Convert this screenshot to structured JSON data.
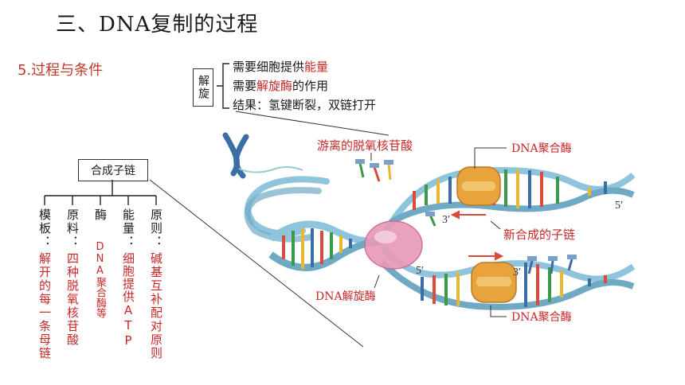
{
  "title": "三、DNA复制的过程",
  "subtitle": "5.过程与条件",
  "unwind": {
    "label": "解旋",
    "lines": [
      {
        "prefix": "需要细胞提供",
        "highlight": "能量",
        "suffix": ""
      },
      {
        "prefix": "需要",
        "highlight": "解旋酶",
        "suffix": "的作用"
      },
      {
        "prefix": "结果：氢键断裂，双链打开",
        "highlight": "",
        "suffix": ""
      }
    ]
  },
  "synthesis": {
    "label": "合成子链",
    "branches": [
      {
        "head": "模板：",
        "body": "解开的每一条母链"
      },
      {
        "head": "原料：",
        "body": "四种脱氧核苷酸"
      },
      {
        "head": "酶",
        "body": "DNA聚合酶等"
      },
      {
        "head": "能量：",
        "body": "细胞提供ATP"
      },
      {
        "head": "原则：",
        "body": "碱基互补配对原则"
      }
    ]
  },
  "figure": {
    "free_nucleotides": "游离的脱氧核苷酸",
    "polymerase_top": "DNA聚合酶",
    "new_strand": "新合成的子链",
    "helicase": "DNA解旋酶",
    "polymerase_bottom": "DNA聚合酶",
    "end_labels": [
      "5′",
      "3′",
      "5′",
      "3′"
    ]
  },
  "colors": {
    "red": "#c62828",
    "backbone": "#8ec5dc",
    "helicase": "#e89ab8",
    "polymerase": "#e8a33c"
  }
}
